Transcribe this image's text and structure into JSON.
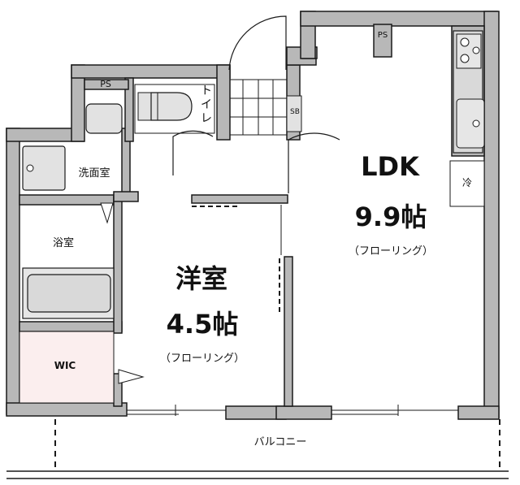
{
  "floorplan": {
    "rooms": {
      "ldk": {
        "name": "LDK",
        "size": "9.9帖",
        "floor": "（フローリング）"
      },
      "western": {
        "name": "洋室",
        "size": "4.5帖",
        "floor": "（フローリング）"
      },
      "washroom": {
        "name": "洗面室"
      },
      "bathroom": {
        "name": "浴室"
      },
      "wic": {
        "name": "WIC"
      },
      "toilet": {
        "name": "トイレ"
      },
      "balcony": {
        "name": "バルコニー"
      }
    },
    "fixtures": {
      "ps_left": "PS",
      "ps_right": "PS",
      "shoe_box": "SB",
      "fridge": "冷"
    },
    "colors": {
      "wall": "#b8b8b8",
      "line": "#1a1a1a",
      "wic_fill": "#fbeeee",
      "fixture_fill": "#e2e2e2"
    }
  }
}
